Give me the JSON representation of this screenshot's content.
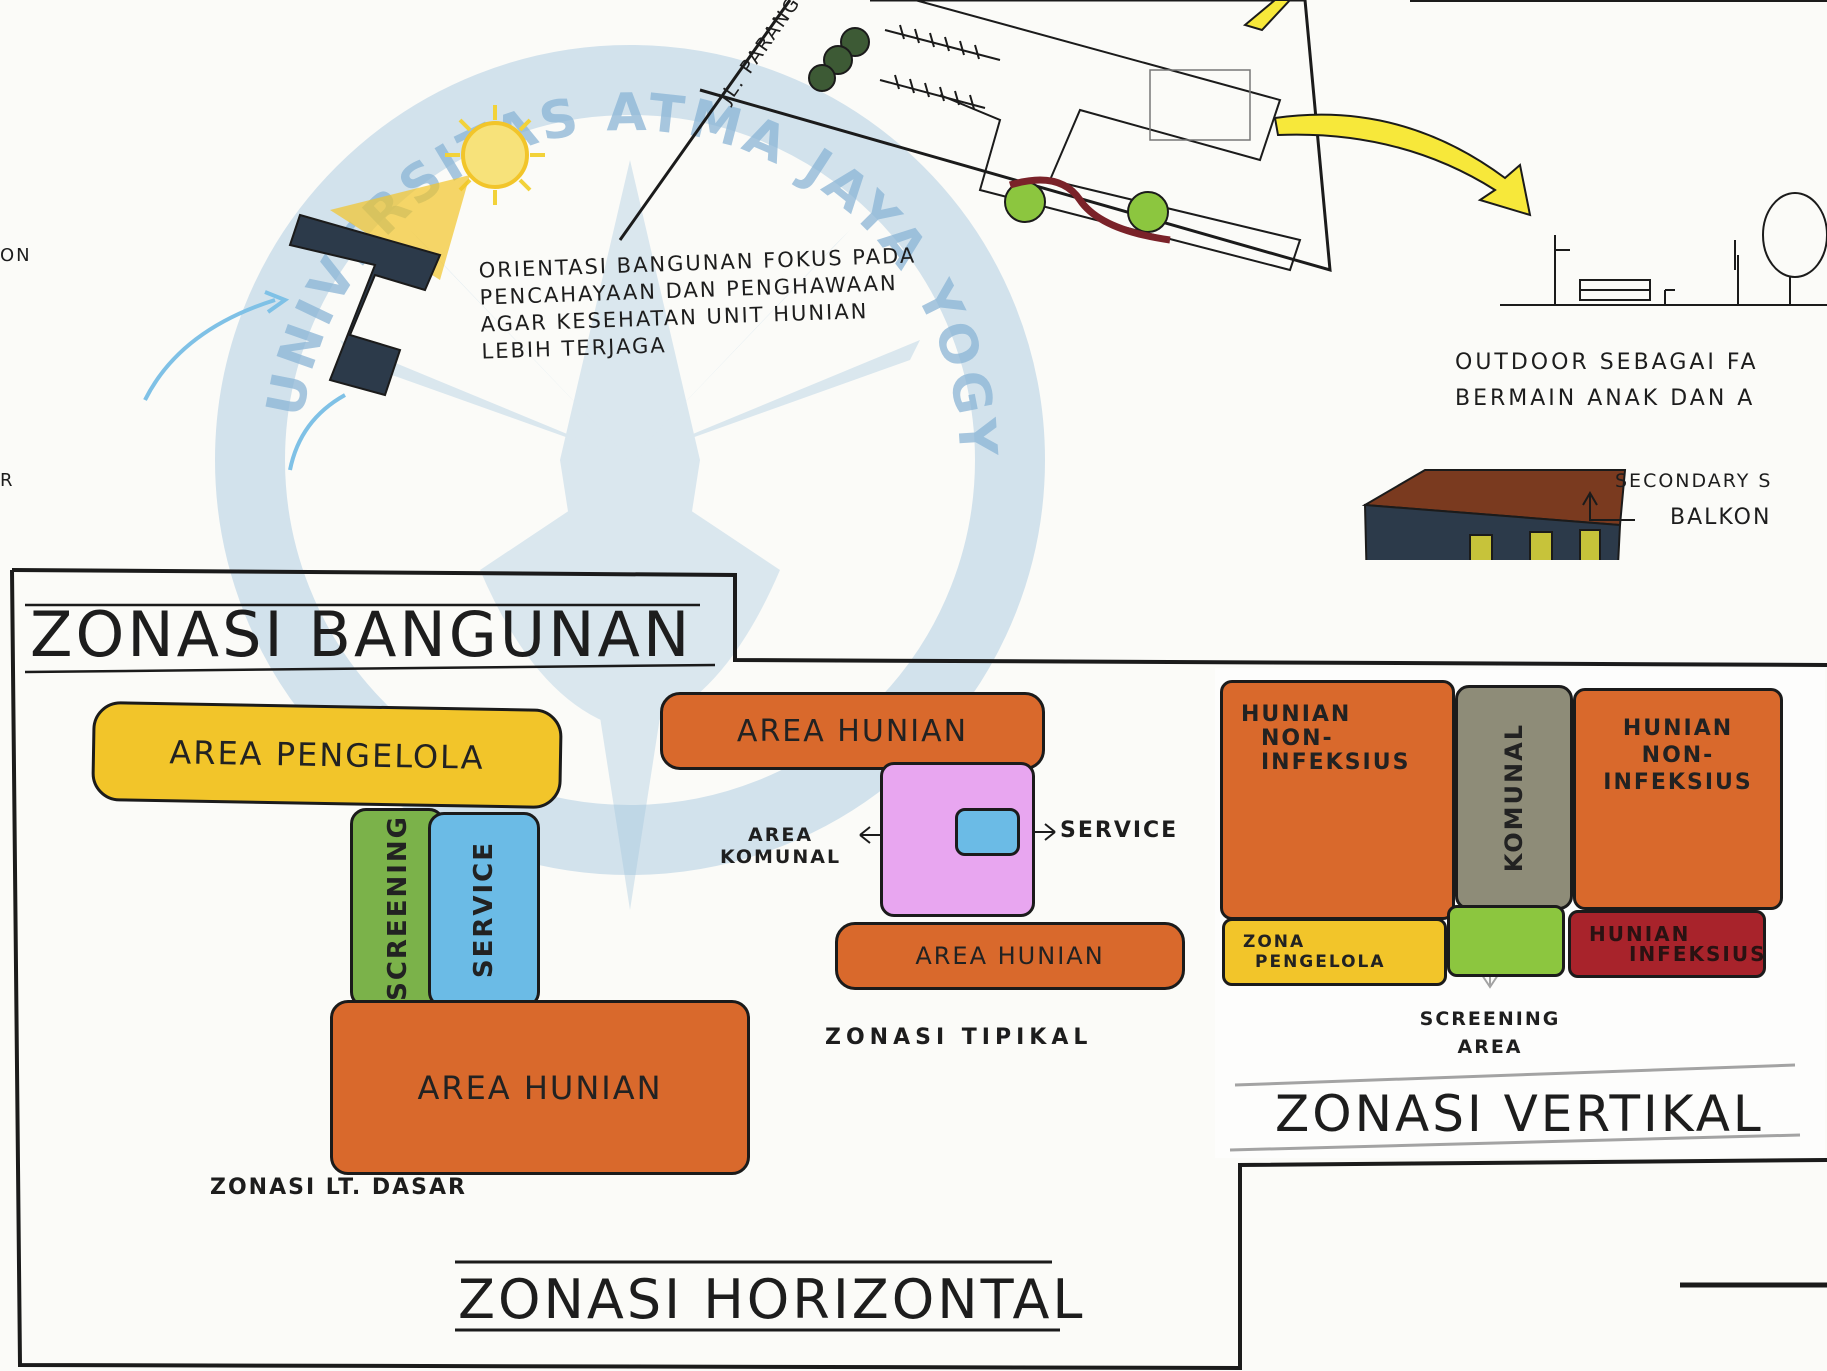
{
  "colors": {
    "orange": "#d9692c",
    "yellow": "#f2c52a",
    "green": "#7bb24a",
    "light_blue": "#6bbbe6",
    "pink": "#e8a6f0",
    "gray": "#8e8c78",
    "lime": "#8cc63f",
    "red": "#a8232b",
    "navy": "#2c3a4a",
    "watermark": "#9fc3de"
  },
  "watermark": {
    "text": "UNIVERSITAS ATMA JAYA YOGYAKARTA"
  },
  "site": {
    "street_label": "JL. PARANGTRITIS",
    "orientation_note": [
      "ORIENTASI BANGUNAN FOKUS PADA",
      "PENCAHAYAAN DAN PENGHAWAAN",
      "AGAR KESEHATAN UNIT HUNIAN",
      "LEBIH TERJAGA"
    ],
    "left_cut_text_1": "ON",
    "left_cut_text_2": "R"
  },
  "outdoor": {
    "caption": [
      "OUTDOOR SEBAGAI FA",
      "BERMAIN ANAK DAN A"
    ]
  },
  "secondary": {
    "label_1": "SECONDARY S",
    "label_2": "BALKON"
  },
  "zonasi_bangunan": {
    "title": "ZONASI BANGUNAN"
  },
  "horizontal": {
    "title": "ZONASI HORIZONTAL",
    "ground": {
      "caption": "ZONASI LT. DASAR",
      "area_pengelola": "AREA PENGELOLA",
      "screening": "SCREENING",
      "service": "SERVICE",
      "area_hunian": "AREA HUNIAN"
    },
    "typical": {
      "caption": "ZONASI TIPIKAL",
      "area_hunian_top": "AREA HUNIAN",
      "area_komunal": [
        "AREA",
        "KOMUNAL"
      ],
      "service": "SERVICE",
      "area_hunian_bottom": "AREA HUNIAN"
    }
  },
  "vertical": {
    "title": "ZONASI VERTIKAL",
    "hunian_left": [
      "HUNIAN",
      "NON-",
      "INFEKSIUS"
    ],
    "komunal": "KOMUNAL",
    "hunian_right": [
      "HUNIAN",
      "NON-",
      "INFEKSIUS"
    ],
    "zona_pengelola": [
      "ZONA",
      "PENGELOLA"
    ],
    "hunian_infeksius": [
      "HUNIAN",
      "INFEKSIUS"
    ],
    "screening_area": [
      "SCREENING",
      "AREA"
    ]
  }
}
